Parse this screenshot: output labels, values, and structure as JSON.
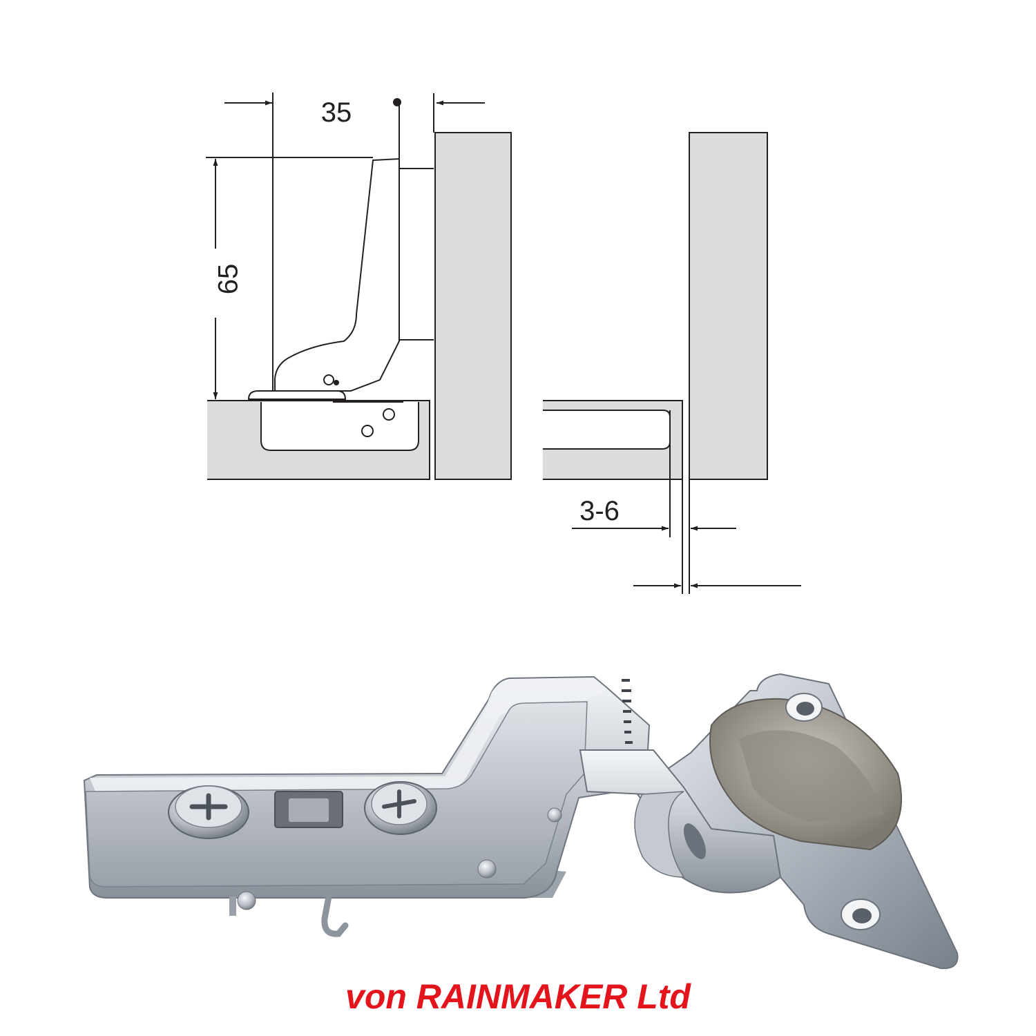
{
  "diagram": {
    "dimensions": {
      "width_label": "35",
      "height_label": "65",
      "gap_label": "3-6"
    }
  },
  "photo": {
    "subject": "hinge"
  },
  "caption": {
    "text": "von RAINMAKER Ltd",
    "color": "#e3141b"
  },
  "colors": {
    "line": "#231f20",
    "panel_fill": "#dddcdc",
    "metal_light": "#e6e9ed",
    "metal_mid": "#b9bec6",
    "metal_dark": "#7d838c"
  }
}
